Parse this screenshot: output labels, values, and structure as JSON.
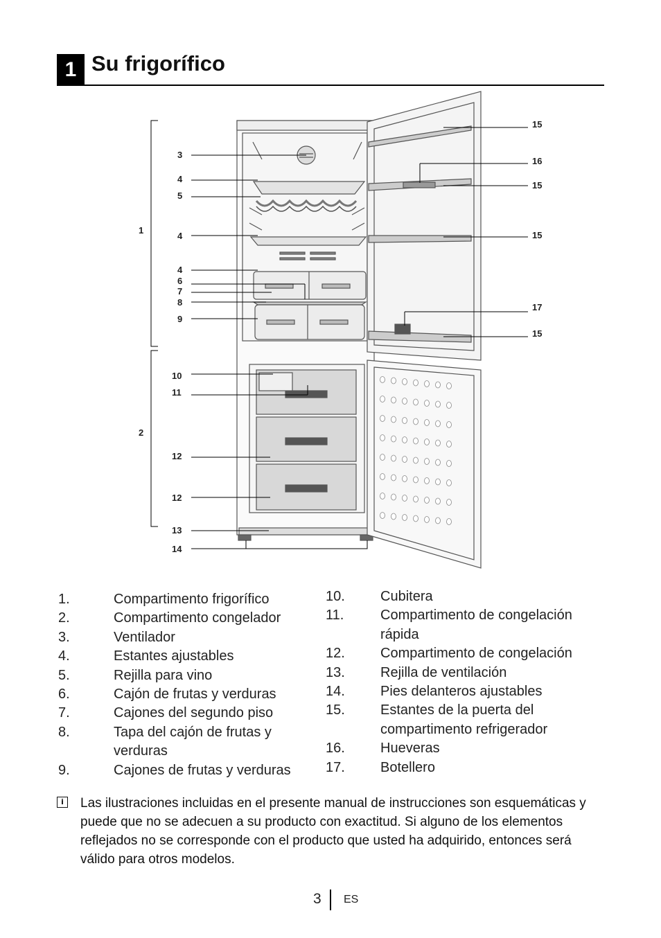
{
  "section": {
    "number": "1",
    "title": "Su frigorífico"
  },
  "diagram": {
    "callouts": [
      "1",
      "2",
      "3",
      "4",
      "5",
      "4",
      "4",
      "6",
      "7",
      "8",
      "9",
      "10",
      "11",
      "12",
      "12",
      "13",
      "14",
      "15",
      "16",
      "15",
      "15",
      "17",
      "15"
    ]
  },
  "legend": [
    {
      "num": "1.",
      "text": "Compartimento frigorífico"
    },
    {
      "num": "2.",
      "text": "Compartimento congelador"
    },
    {
      "num": "3.",
      "text": "Ventilador"
    },
    {
      "num": "4.",
      "text": "Estantes ajustables"
    },
    {
      "num": "5.",
      "text": "Rejilla para vino"
    },
    {
      "num": "6.",
      "text": "Cajón de frutas y verduras"
    },
    {
      "num": "7.",
      "text": "Cajones del segundo piso"
    },
    {
      "num": "8.",
      "text": "Tapa del cajón de frutas y verduras"
    },
    {
      "num": "9.",
      "text": "Cajones de frutas y verduras"
    },
    {
      "num": "10.",
      "text": "Cubitera"
    },
    {
      "num": "11.",
      "text": "Compartimento de congelación rápida"
    },
    {
      "num": "12.",
      "text": "Compartimento de congelación"
    },
    {
      "num": "13.",
      "text": "Rejilla de ventilación"
    },
    {
      "num": "14.",
      "text": "Pies delanteros ajustables"
    },
    {
      "num": "15.",
      "text": "Estantes de la puerta del compartimento refrigerador"
    },
    {
      "num": "16.",
      "text": "Hueveras"
    },
    {
      "num": "17.",
      "text": "Botellero"
    }
  ],
  "note": {
    "icon": "info-icon",
    "text": "Las ilustraciones incluidas en el presente manual de instrucciones son esquemáticas y puede que no se adecuen a su producto con exactitud. Si alguno de los elementos reflejados no se corresponde con el producto que usted ha adquirido, entonces será válido para otros modelos."
  },
  "footer": {
    "page": "3",
    "lang": "ES"
  }
}
